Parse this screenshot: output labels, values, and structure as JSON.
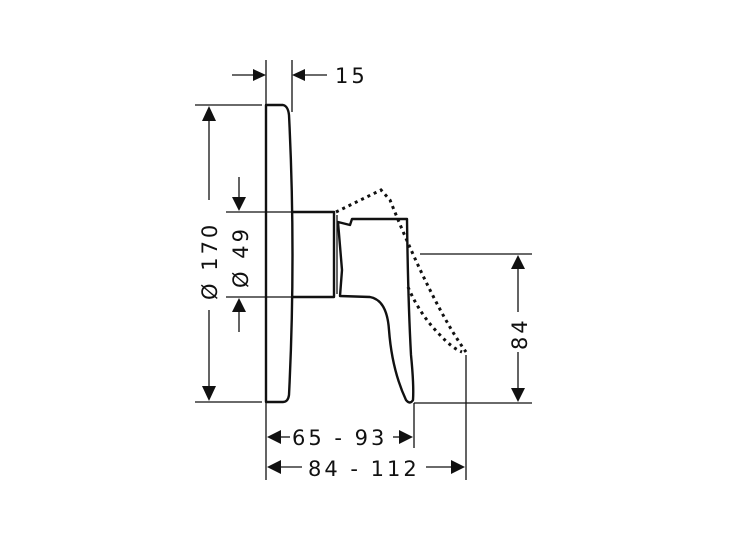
{
  "title": "Shower mixer dimension drawing",
  "dimensions": {
    "plate_thickness": "15",
    "plate_diameter": "Ø 170",
    "escutcheon_diameter": "Ø 49",
    "handle_height": "84",
    "projection_short": "65 - 93",
    "projection_long": "84 - 112"
  },
  "colors": {
    "line": "#111111",
    "background": "#ffffff"
  }
}
